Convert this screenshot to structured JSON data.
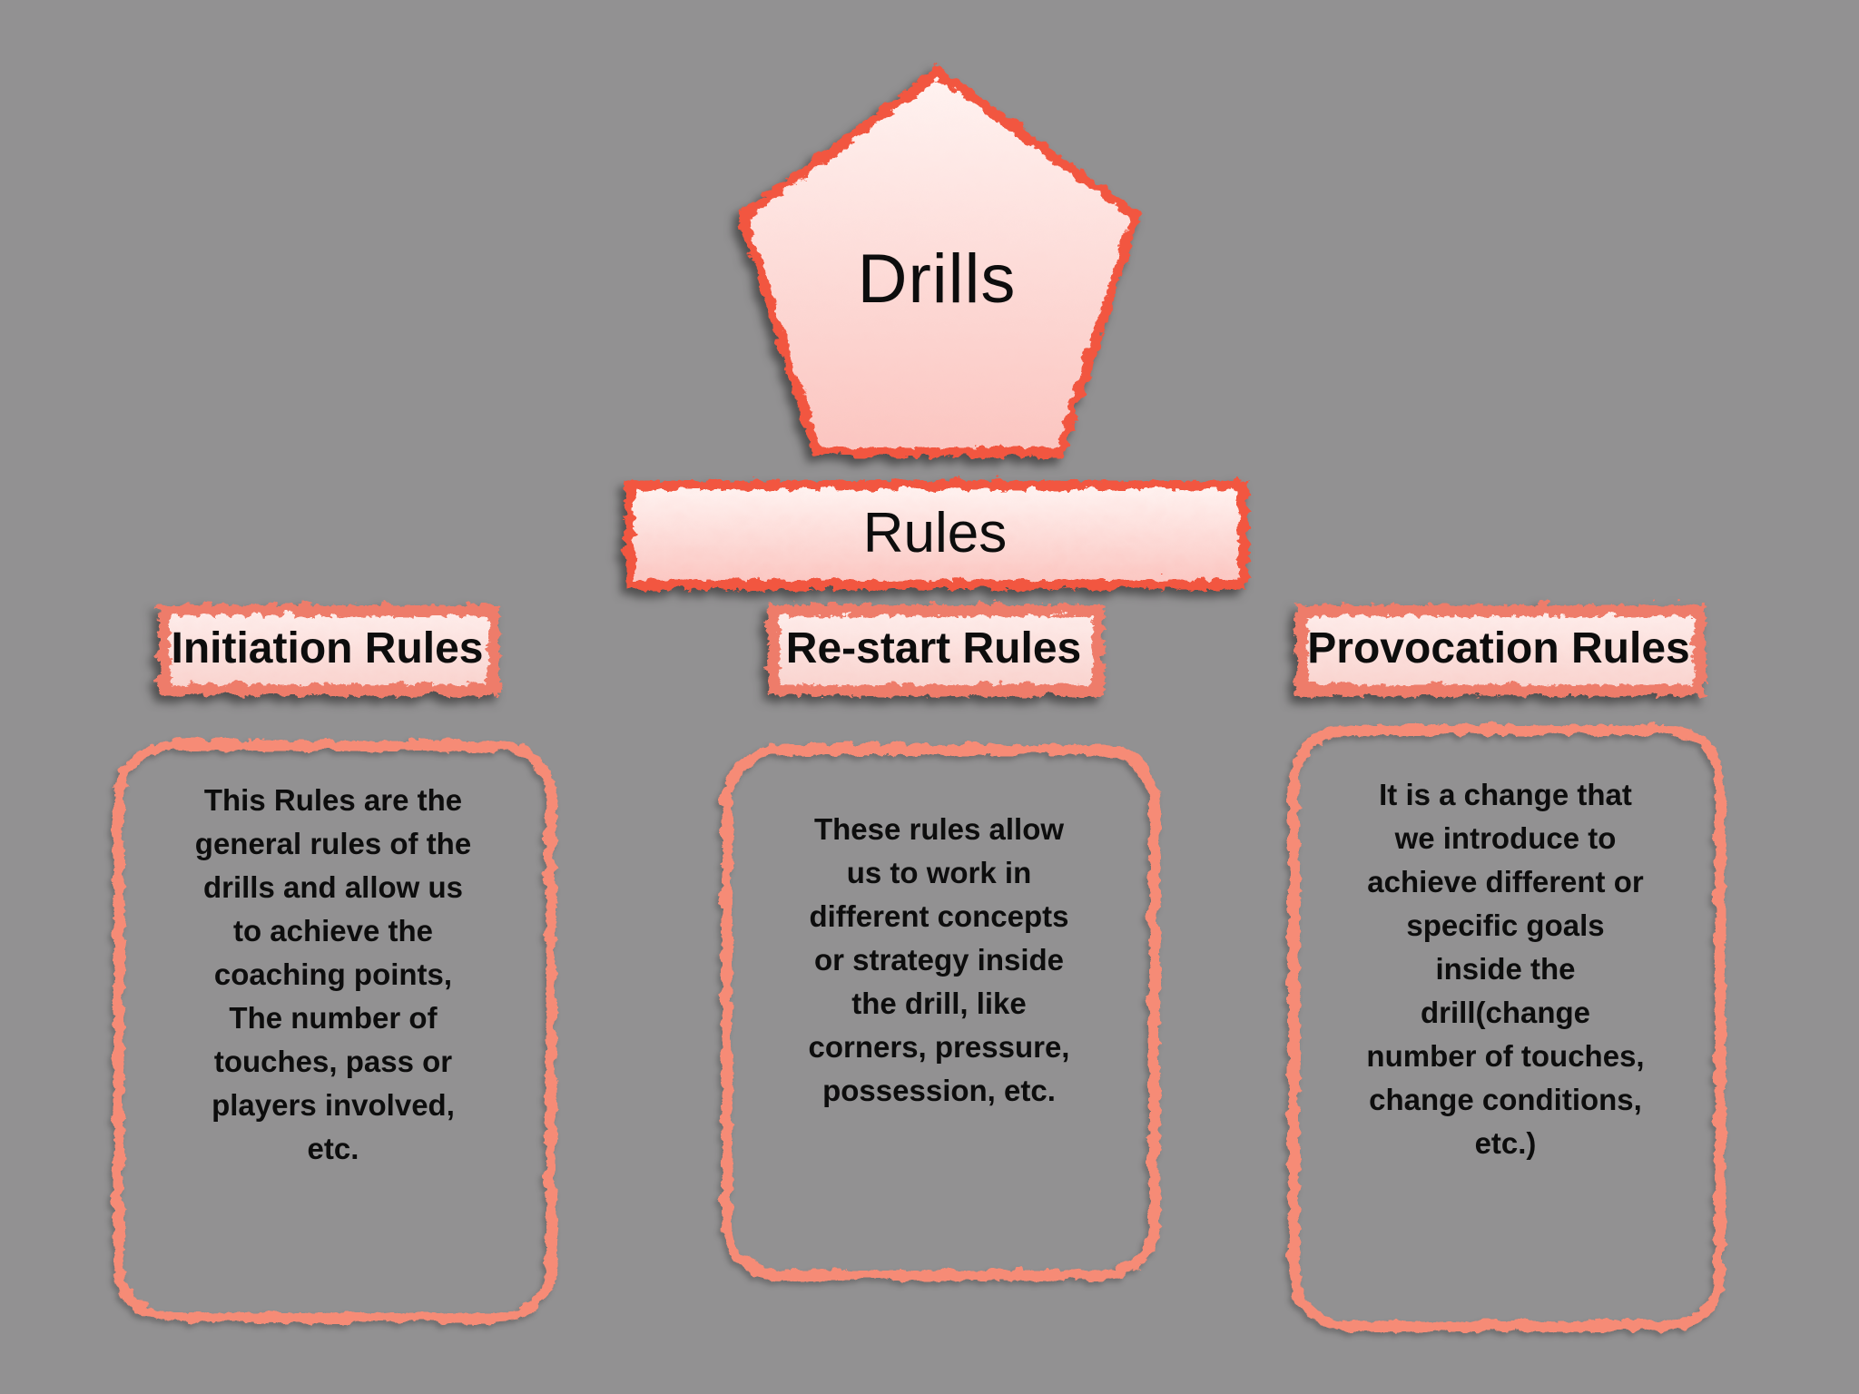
{
  "diagram": {
    "nodes": {
      "drills": "Drills",
      "rules": "Rules"
    },
    "columns": [
      {
        "id": "initiation-rules",
        "label": "Initiation Rules",
        "body": "This Rules are the\ngeneral rules of the\ndrills and allow us\nto achieve the\ncoaching points,\nThe number of\ntouches, pass or\nplayers involved,\netc."
      },
      {
        "id": "re-start-rules",
        "label": "Re-start Rules",
        "body": "These rules allow\nus to work in\ndifferent concepts\nor strategy inside\nthe drill, like\ncorners, pressure,\npossession, etc."
      },
      {
        "id": "provocation-rules",
        "label": "Provocation Rules",
        "body": "It is a change that\nwe introduce to\nachieve different or\nspecific goals\ninside the\ndrill(change\nnumber of touches,\nchange conditions,\netc.)"
      }
    ],
    "colors": {
      "background": "#929192",
      "shape_fill_top": "#fff3f1",
      "shape_fill_bottom": "#fbc5c0",
      "primary_border": "#f25741",
      "label_border": "#ee7c6b",
      "outline_border": "#f68b76",
      "text": "#0d0d0d"
    }
  }
}
